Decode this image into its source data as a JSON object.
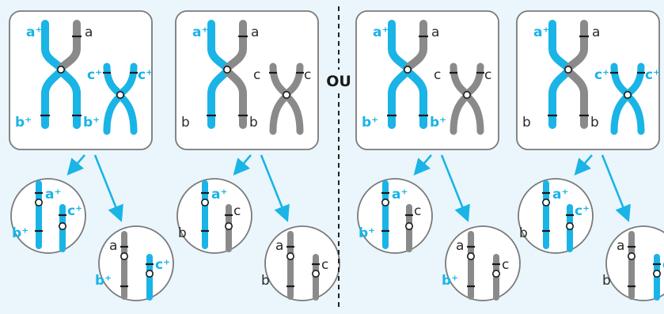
{
  "separator_text": "OU",
  "colors": {
    "background": "#eaf6fc",
    "blue": "#1ab4e6",
    "grey": "#8a8a8a",
    "frame": "#7a7a7a"
  },
  "labels": {
    "a_plus": "a⁺",
    "a": "a",
    "b_plus": "b⁺",
    "b": "b",
    "c_plus": "c⁺",
    "c": "c"
  }
}
